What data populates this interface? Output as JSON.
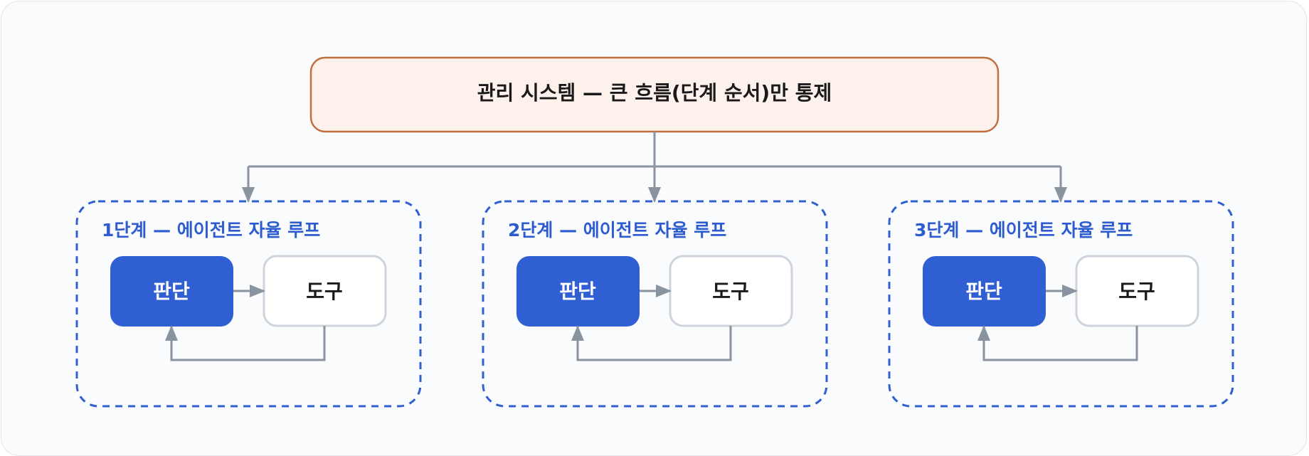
{
  "title": "관리 시스템 — 큰 흐름(단계 순서)만 통제",
  "stages": [
    {
      "label": "1단계 — 에이전트 자율 루프",
      "decision": "판단",
      "tool": "도구"
    },
    {
      "label": "2단계 — 에이전트 자율 루프",
      "decision": "판단",
      "tool": "도구"
    },
    {
      "label": "3단계 — 에이전트 자율 루프",
      "decision": "판단",
      "tool": "도구"
    }
  ],
  "colors": {
    "top_fill": "#fdf1ec",
    "top_border": "#c0703f",
    "stage_border": "#3060d0",
    "stage_label": "#2d5cd0",
    "decision_fill": "#2f5fd3",
    "tool_border": "#cfd4dc",
    "arrow": "#8a93a0"
  }
}
